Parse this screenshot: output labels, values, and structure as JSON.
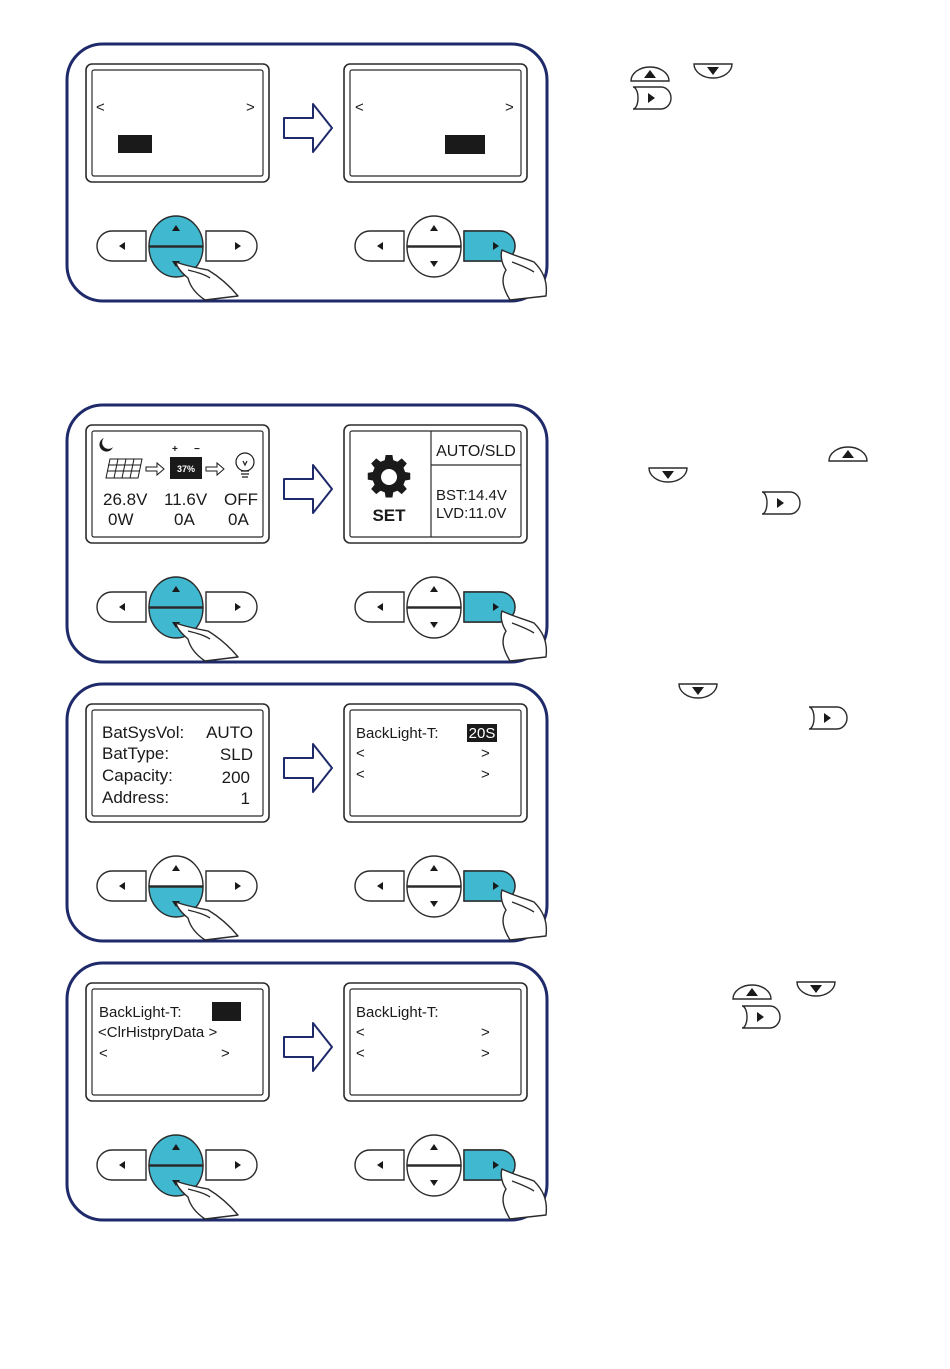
{
  "colors": {
    "panel_border": "#1f2a6b",
    "button_active": "#3fb8d0",
    "text": "#1a1a1a",
    "background": "#ffffff"
  },
  "icons": [
    "up-arrow-button-icon",
    "down-arrow-button-icon",
    "right-arrow-button-icon",
    "left-arrow-button-icon",
    "moon-icon",
    "solar-panel-icon",
    "battery-icon",
    "bulb-icon",
    "gear-icon",
    "finger-hand-icon",
    "flow-arrow-icon"
  ],
  "lcd": {
    "bracket_left": "<",
    "bracket_right": ">",
    "home": {
      "battery_percent": "37%",
      "pv_voltage": "26.8V",
      "pv_power": "0W",
      "bat_voltage": "11.6V",
      "bat_current": "0A",
      "load_state": "OFF",
      "load_current": "0A"
    },
    "summary": {
      "mode": "AUTO/SLD",
      "set_label": "SET",
      "bst": "BST:14.4V",
      "lvd": "LVD:11.0V"
    },
    "settings": [
      {
        "label": "BatSysVol:",
        "value": "AUTO"
      },
      {
        "label": "BatType:",
        "value": "SLD"
      },
      {
        "label": "Capacity:",
        "value": "200"
      },
      {
        "label": "Address:",
        "value": "1"
      }
    ],
    "backlight_label": "BackLight-T:",
    "backlight_value": "20S",
    "clear_history": "<ClrHistpryData >"
  }
}
